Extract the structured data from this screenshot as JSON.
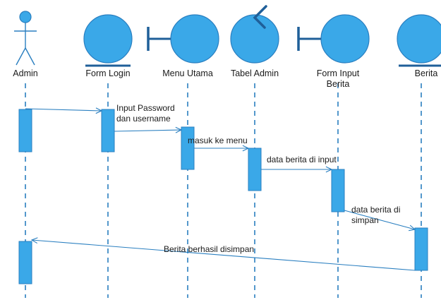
{
  "colors": {
    "fill": "#3aa8e8",
    "stroke": "#2a7fc0",
    "line": "#2a7fc0",
    "text": "#1a1a1a"
  },
  "participants": [
    {
      "id": "admin",
      "kind": "actor",
      "label_lines": [
        "Admin"
      ]
    },
    {
      "id": "form-login",
      "kind": "entity",
      "label_lines": [
        "Form Login"
      ]
    },
    {
      "id": "menu-utama",
      "kind": "boundary",
      "label_lines": [
        "Menu Utama"
      ]
    },
    {
      "id": "tabel-admin",
      "kind": "control",
      "label_lines": [
        "Tabel Admin"
      ]
    },
    {
      "id": "form-input-berita",
      "kind": "boundary",
      "label_lines": [
        "Form Input",
        "Berita"
      ]
    },
    {
      "id": "berita",
      "kind": "entity",
      "label_lines": [
        "Berita"
      ]
    }
  ],
  "messages": [
    {
      "from": "admin",
      "to": "form-login",
      "label_lines": []
    },
    {
      "from": "form-login",
      "to": "menu-utama",
      "label_lines": [
        "Input Password",
        "dan username"
      ]
    },
    {
      "from": "menu-utama",
      "to": "tabel-admin",
      "label_lines": [
        "masuk ke menu"
      ]
    },
    {
      "from": "tabel-admin",
      "to": "form-input-berita",
      "label_lines": [
        "data berita di input"
      ]
    },
    {
      "from": "form-input-berita",
      "to": "berita",
      "label_lines": [
        "data berita di",
        "simpan"
      ]
    },
    {
      "from": "berita",
      "to": "admin",
      "label_lines": [
        "Berita berhasil disimpan"
      ]
    }
  ]
}
